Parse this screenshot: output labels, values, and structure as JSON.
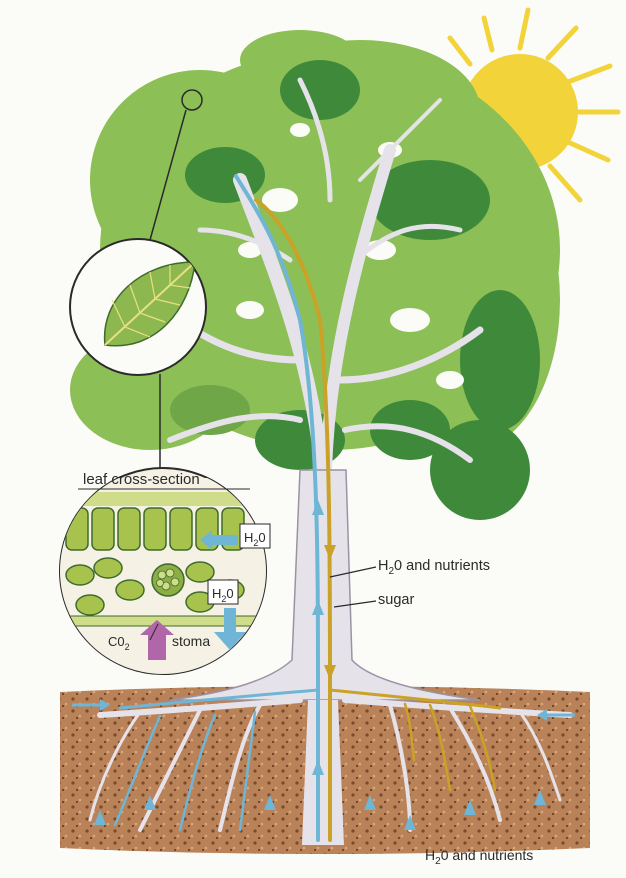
{
  "labels": {
    "cross_section_title": "leaf cross-section",
    "h2o_nutrients_trunk": {
      "main": "H",
      "sub": "2",
      "rest": "0 and nutrients"
    },
    "sugar": "sugar",
    "h2o_leaf_upper": {
      "main": "H",
      "sub": "2",
      "rest": "0"
    },
    "h2o_leaf_lower": {
      "main": "H",
      "sub": "2",
      "rest": "0"
    },
    "co2": {
      "main": "C0",
      "sub": "2"
    },
    "stoma": "stoma",
    "h2o_nutrients_bottom": {
      "main": "H",
      "sub": "2",
      "rest": "0 and nutrients"
    }
  },
  "colors": {
    "water_flow": "#6fb6d6",
    "sugar_flow": "#c9a227",
    "foliage_light": "#8cbf55",
    "foliage_dark": "#3f8a3a",
    "trunk": "#e6e2ea",
    "soil": "#b07a4e",
    "sun": "#f2d43a",
    "co2_arrow": "#b066a8"
  }
}
